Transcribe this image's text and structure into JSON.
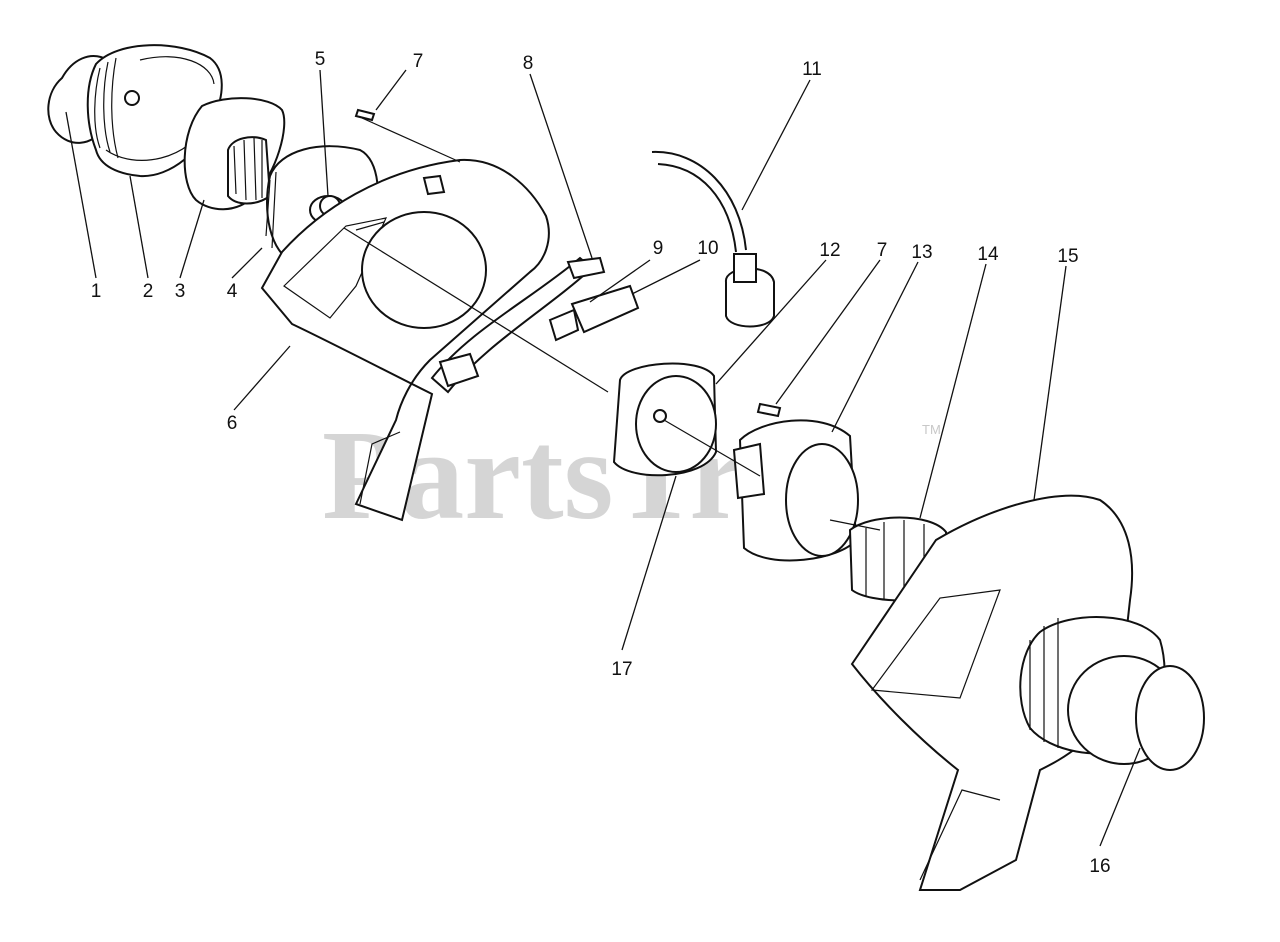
{
  "watermark": {
    "text": "PartsTree",
    "trademark": "TM"
  },
  "callouts": {
    "c1": "1",
    "c2": "2",
    "c3": "3",
    "c4": "4",
    "c5": "5",
    "c6": "6",
    "c7a": "7",
    "c7b": "7",
    "c8": "8",
    "c9": "9",
    "c10": "10",
    "c11": "11",
    "c12": "12",
    "c13": "13",
    "c14": "14",
    "c15": "15",
    "c16": "16",
    "c17": "17"
  }
}
